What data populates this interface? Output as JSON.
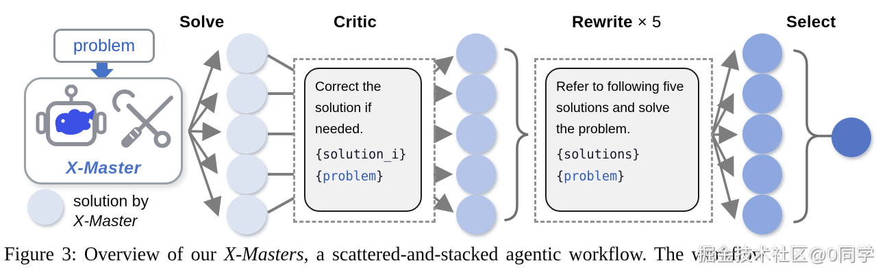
{
  "figure": {
    "caption_prefix": "Figure 3: Overview of our ",
    "caption_italic": "X-Masters",
    "caption_suffix": ", a scattered-and-stacked agentic workflow. The workflow",
    "watermark": "掘金技术社区@0同学"
  },
  "stages": {
    "solve": "Solve",
    "critic": "Critic",
    "rewrite": "Rewrite",
    "rewrite_multiplier": " × 5",
    "select": "Select"
  },
  "agent": {
    "problem_label": "problem",
    "name": "X-Master"
  },
  "legend": {
    "line1": "solution by",
    "line2": "X-Master"
  },
  "critic_box": {
    "instruction": "Correct the solution if needed.",
    "var1": "{solution_i}",
    "var2_open": "{",
    "var2_word": "problem",
    "var2_close": "}"
  },
  "rewrite_box": {
    "instruction": "Refer to following five solutions and solve the problem.",
    "var1": "{solutions}",
    "var2_open": "{",
    "var2_word": "problem",
    "var2_close": "}"
  },
  "colors": {
    "solution_light": "#dce3f1",
    "solution_medium": "#b4c5e9",
    "solution_dark": "#8ca8de",
    "solution_final": "#5575c5",
    "accent_blue": "#2f5fc6",
    "prompt_variable_blue": "#2e5cb8",
    "arrow_gray": "#7d7d7d",
    "card_fill": "#f1f1f2"
  }
}
